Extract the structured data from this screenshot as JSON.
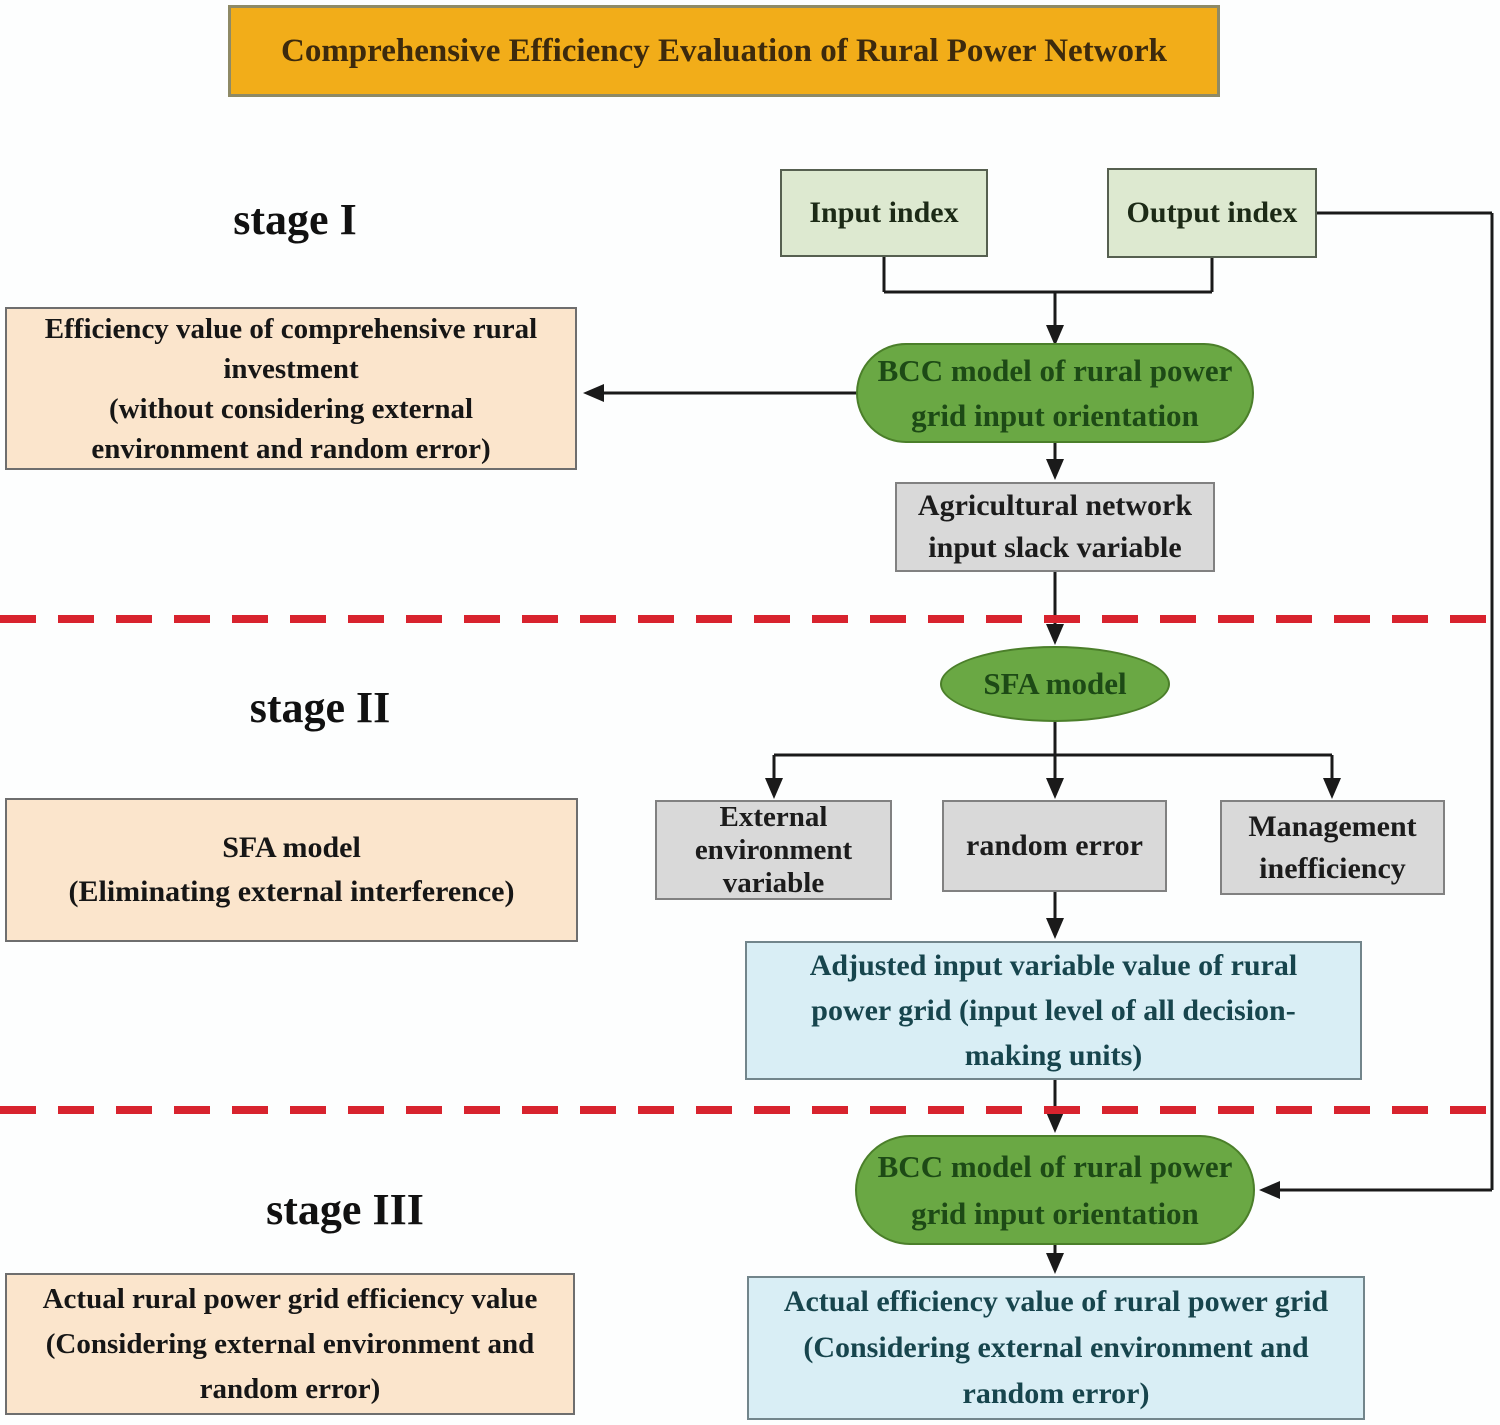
{
  "title": "Comprehensive Efficiency Evaluation of Rural Power Network",
  "stages": {
    "stage1": "stage I",
    "stage2": "stage II",
    "stage3": "stage III"
  },
  "nodes": {
    "input_index": "Input index",
    "output_index": "Output index",
    "bcc_model_stage1": "BCC model of rural power\ngrid input orientation",
    "efficiency_value_left": "Efficiency value of comprehensive rural\ninvestment\n(without considering external\nenvironment and random error)",
    "agricultural_slack": "Agricultural network\ninput slack variable",
    "sfa_model_ellipse": "SFA model",
    "external_environment": "External\nenvironment\nvariable",
    "random_error": "random error",
    "management_inefficiency": "Management\ninefficiency",
    "sfa_model_left": "SFA model\n(Eliminating external interference)",
    "adjusted_input": "Adjusted input variable value of rural\npower grid (input level of all decision-\nmaking units)",
    "bcc_model_stage3": "BCC model of rural power\ngrid input orientation",
    "actual_efficiency_left": "Actual rural power grid efficiency value\n(Considering external environment and\nrandom error)",
    "actual_efficiency_right": "Actual efficiency value of rural power grid\n(Considering external environment and\nrandom error)"
  },
  "colors": {
    "background": "#fdfefe",
    "title_fill": "#f2ad19",
    "title_border": "#8e8a66",
    "title_text": "#3d2a0d",
    "stage_text": "#111111",
    "lightgreen_fill": "#dde9d0",
    "lightgreen_border": "#566050",
    "lightgreen_text": "#1c2a16",
    "green_fill": "#6aa844",
    "green_border": "#4b7f2a",
    "green_text": "#1d4a16",
    "gray_fill": "#d9d9d9",
    "gray_border": "#818181",
    "gray_text": "#1c1c1c",
    "peach_fill": "#fbe5cc",
    "peach_border": "#6e6e6e",
    "peach_text": "#161616",
    "blue_fill": "#d9eef5",
    "blue_border": "#72858b",
    "blue_text": "#17454d",
    "dash_red": "#d8232e",
    "line_black": "#1a1a1a"
  }
}
